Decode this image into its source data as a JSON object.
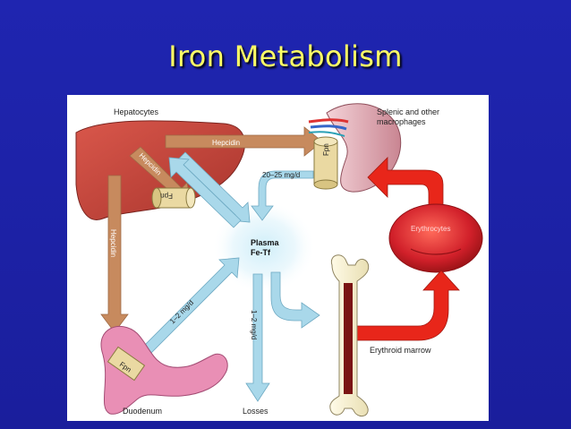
{
  "slide": {
    "title": "Iron Metabolism"
  },
  "diagram": {
    "labels": {
      "hepatocytes": "Hepatocytes",
      "splenic": "Splenic and other",
      "macrophages": "macrophages",
      "hepcidin_top": "Hepcidin",
      "hepcidin_diag": "Hepcidin",
      "hepcidin_vertical": "Hepcidin",
      "fpn_liver": "Fpn",
      "fpn_spleen": "Fpn",
      "fpn_duodenum": "Fpn",
      "rate_spleen": "20–25 mg/d",
      "plasma": "Plasma",
      "fe_tf": "Fe-Tf",
      "erythrocytes": "Erythrocytes",
      "rate_duodenum": "1–2 mg/d",
      "rate_losses": "1–2 mg/d",
      "erythroid_marrow": "Erythroid marrow",
      "duodenum": "Duodenum",
      "losses": "Losses"
    },
    "colors": {
      "background": "#1b1fa0",
      "title": "#ffff66",
      "liver": "#c1443a",
      "hepcidin_arrow": "#c78a5e",
      "plasma_arrow": "#a9d8ea",
      "red_arrow": "#e8261a",
      "duodenum": "#e98fb5",
      "erythrocyte": "#d1202a"
    }
  }
}
